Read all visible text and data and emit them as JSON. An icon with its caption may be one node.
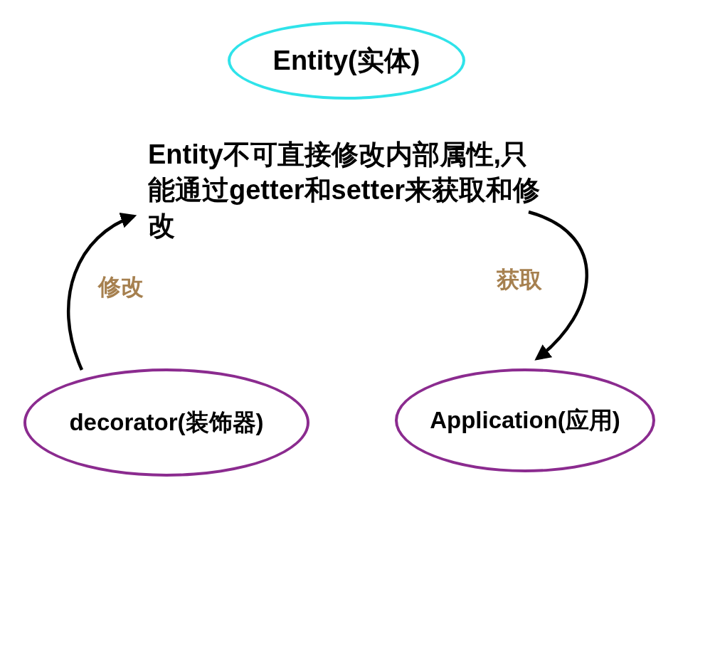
{
  "diagram": {
    "nodes": [
      {
        "text": [
          "Entity(实体)"
        ]
      },
      {
        "text": [
          "Entity不可直接修改内部属性,只能通过getter和setter来获取和修改"
        ]
      },
      {
        "text": [
          "decorator(装饰器)"
        ]
      },
      {
        "text": [
          "Application(应用)"
        ]
      }
    ],
    "edges": [
      {
        "from": 2,
        "to": 1,
        "arrow": "to",
        "label": "修改"
      },
      {
        "from": 1,
        "to": 3,
        "arrow": "to",
        "label": "获取"
      }
    ]
  }
}
